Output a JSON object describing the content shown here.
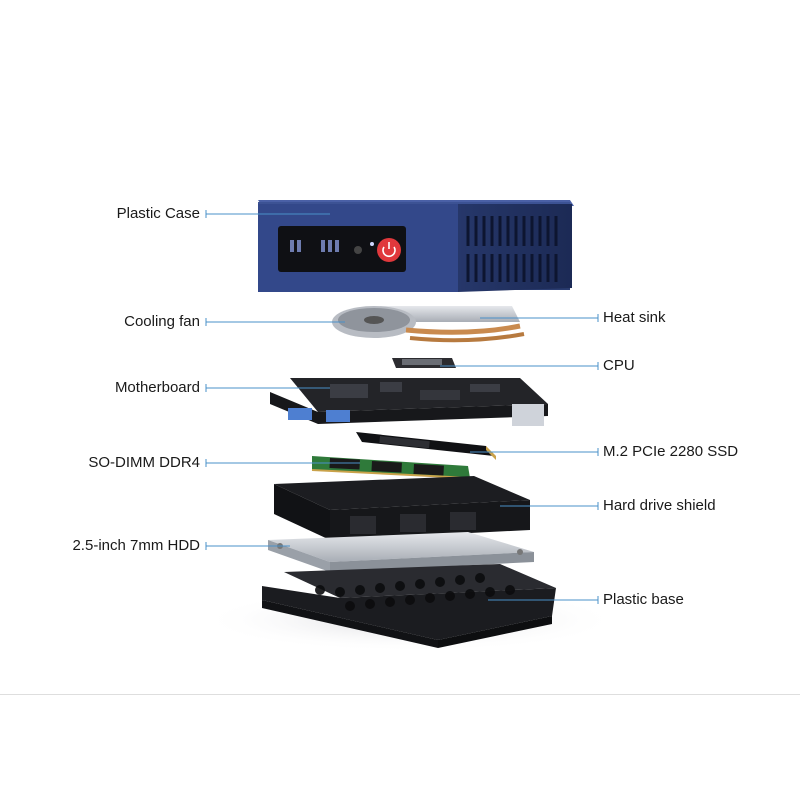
{
  "diagram": {
    "labels_left": [
      "Plastic Case",
      "Cooling fan",
      "Motherboard",
      "SO-DIMM DDR4",
      "2.5-inch 7mm HDD"
    ],
    "labels_right": [
      "Heat sink",
      "CPU",
      "M.2 PCIe 2280 SSD",
      "Hard drive shield",
      "Plastic base"
    ],
    "colors": {
      "case": "#2c3f73",
      "power_button": "#e0383c",
      "leader_line": "#4a90c8",
      "board": "#1e1f24",
      "ram": "#2f7a3a",
      "copper": "#c98a4e",
      "hdd": "#c8ccd2",
      "base": "#2a2b30"
    }
  }
}
